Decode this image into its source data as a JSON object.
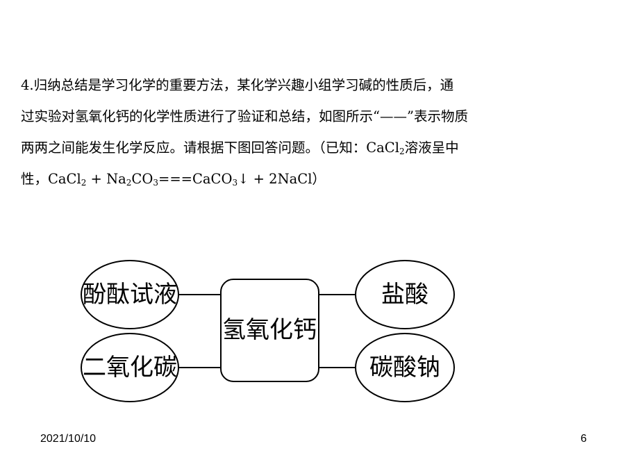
{
  "question": {
    "line1": "4.归纳总结是学习化学的重要方法，某化学兴趣小组学习碱的性质后，通",
    "line2": "过实验对氢氧化钙的化学性质进行了验证和总结，如图所示“——”表示物质",
    "line3": "两两之间能发生化学反应。请根据下图回答问题。（已知：CaCl",
    "line3_sub": "2",
    "line3_end": "溶液呈中",
    "line4_a": "性，CaCl",
    "line4_sub1": "2",
    "line4_b": " + Na",
    "line4_sub2": "2",
    "line4_c": "CO",
    "line4_sub3": "3",
    "line4_d": "===CaCO",
    "line4_sub4": "3",
    "line4_e": "↓ + 2NaCl）"
  },
  "diagram": {
    "center": "氢氧化钙",
    "top_left": "酚酞试液",
    "bottom_left": "二氧化碳",
    "top_right": "盐酸",
    "bottom_right": "碳酸钠"
  },
  "footer": {
    "date": "2021/10/10",
    "page": "6"
  }
}
